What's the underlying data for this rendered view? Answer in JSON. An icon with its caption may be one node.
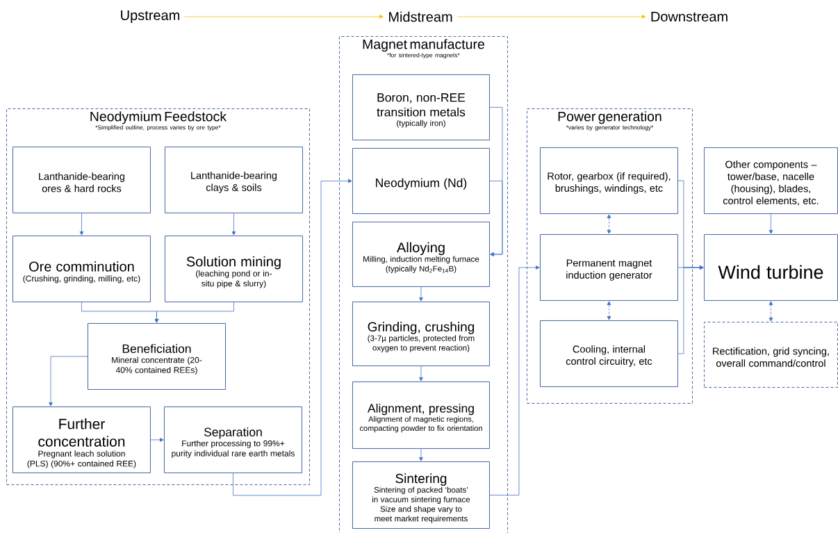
{
  "diagram": {
    "nodes": [
      {
        "text": [
          "Upstream"
        ]
      },
      {
        "text": [
          "Midstream"
        ]
      },
      {
        "text": [
          "Downstream"
        ]
      },
      {
        "text": [
          "Neodymium Feedstock",
          "*Simplified outline, process varies by ore type*"
        ]
      },
      {
        "text": [
          "Lanthanide-bearing ores & hard rocks"
        ],
        "in": 3
      },
      {
        "text": [
          "Lanthanide-bearing clays & soils"
        ],
        "in": 3
      },
      {
        "text": [
          "Ore comminution",
          "(Crushing, grinding, milling, etc)"
        ],
        "in": 3
      },
      {
        "text": [
          "Solution mining",
          "(leaching pond or in-situ pipe & slurry)"
        ],
        "in": 3
      },
      {
        "text": [
          "Beneficiation",
          "Mineral concentrate (20-40% contained REEs)"
        ],
        "in": 3
      },
      {
        "text": [
          "Further concentration",
          "Pregnant leach solution (PLS) (90%+ contained REE)"
        ],
        "in": 3
      },
      {
        "text": [
          "Separation",
          "Further processing to 99%+ purity individual rare earth metals"
        ],
        "in": 3
      },
      {
        "text": [
          "Magnet manufacture",
          "*for sintered-type magnets*"
        ]
      },
      {
        "text": [
          "Boron, non-REE transition metals",
          "(typically iron)"
        ],
        "in": 11
      },
      {
        "text": [
          "Neodymium (Nd)"
        ],
        "in": 11
      },
      {
        "text": [
          "Alloying",
          "Milling, induction melting furnace",
          "(typically Nd$_{2}$Fe$_{14}$B)"
        ],
        "in": 11
      },
      {
        "text": [
          "Grinding, crushing",
          "(3-7µ particles, protected from oxygen to prevent reaction)"
        ],
        "in": 11
      },
      {
        "text": [
          "Alignment, pressing",
          "Alignment of magnetic regions, compacting powder to fix orientation"
        ],
        "in": 11
      },
      {
        "text": [
          "Sintering",
          "Sintering of packed ‘boats’ in vacuum sintering furnace Size and shape vary to meet market requirements"
        ],
        "in": 11
      },
      {
        "text": [
          "Power generation",
          "*varies by generator technology*"
        ]
      },
      {
        "text": [
          "Rotor, gearbox (if required), brushings, windings, etc"
        ],
        "in": 18
      },
      {
        "text": [
          "Permanent magnet induction generator"
        ],
        "in": 18
      },
      {
        "text": [
          "Cooling, internal control circuitry, etc"
        ],
        "in": 18
      },
      {
        "text": [
          "Other components – tower/base, nacelle (housing), blades, control elements, etc."
        ]
      },
      {
        "text": [
          "Wind turbine"
        ]
      },
      {
        "text": [
          "Rectification, grid syncing, overall command/control"
        ]
      }
    ],
    "edges": [
      {
        "from": 0,
        "to": 1,
        "arrow": "to",
        "color": "#ffc000"
      },
      {
        "from": 1,
        "to": 2,
        "arrow": "to",
        "color": "#ffc000"
      },
      {
        "from": 4,
        "to": 6,
        "arrow": "to"
      },
      {
        "from": 5,
        "to": 7,
        "arrow": "to"
      },
      {
        "from": 6,
        "to": 8,
        "arrow": "to"
      },
      {
        "from": 7,
        "to": 8,
        "arrow": "to"
      },
      {
        "from": 8,
        "to": 9,
        "arrow": "to"
      },
      {
        "from": 9,
        "to": 10,
        "arrow": "to"
      },
      {
        "from": 10,
        "to": 13,
        "arrow": "to"
      },
      {
        "from": 12,
        "to": 14,
        "arrow": "to"
      },
      {
        "from": 13,
        "to": 14,
        "arrow": "to"
      },
      {
        "from": 14,
        "to": 15,
        "arrow": "to"
      },
      {
        "from": 15,
        "to": 16,
        "arrow": "to"
      },
      {
        "from": 16,
        "to": 17,
        "arrow": "to"
      },
      {
        "from": 17,
        "to": 20,
        "arrow": "to"
      },
      {
        "from": 19,
        "to": 20,
        "arrow": "both",
        "style": "dashed"
      },
      {
        "from": 20,
        "to": 21,
        "arrow": "both",
        "style": "dashed"
      },
      {
        "from": 19,
        "to": 23,
        "arrow": "to"
      },
      {
        "from": 21,
        "to": 23,
        "arrow": "to"
      },
      {
        "from": 20,
        "to": 23,
        "arrow": "to"
      },
      {
        "from": 22,
        "to": 23,
        "arrow": "to"
      },
      {
        "from": 23,
        "to": 24,
        "arrow": "both",
        "style": "dashed"
      }
    ]
  }
}
